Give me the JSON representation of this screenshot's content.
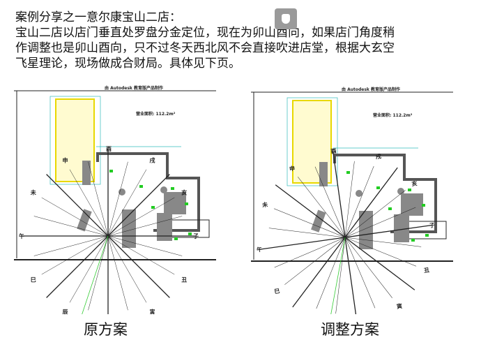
{
  "slide": {
    "heading": "案例分享之一意尔康宝山二店：",
    "lines": [
      "宝山二店以店门垂直处罗盘分金定位，现在为卯山酉向，如果店门角度稍",
      "作调整也是卯山酉向，只不过冬天西北风不会直接吹进店堂，根据大玄空",
      "飞星理论，现场做成合财局。具体见下页。"
    ]
  },
  "plans": [
    {
      "caption": "原方案",
      "watermark": "由 Autodesk 教育版产品制作",
      "area": "营业面积: 112.2m²",
      "rotation": 0
    },
    {
      "caption": "调整方案",
      "watermark": "由 Autodesk 教育版产品制作",
      "area": "营业面积: 112.2m²",
      "rotation": -8
    }
  ],
  "icons": {
    "toolbar": "audio-icon"
  }
}
